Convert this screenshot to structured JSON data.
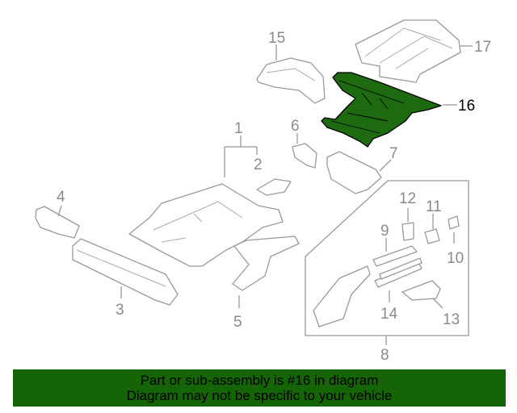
{
  "diagram": {
    "highlighted_part": "16",
    "highlight_color": "#1e6a10",
    "callouts": [
      "1",
      "2",
      "3",
      "4",
      "5",
      "6",
      "7",
      "8",
      "9",
      "10",
      "11",
      "12",
      "13",
      "14",
      "15",
      "16",
      "17"
    ]
  },
  "banner": {
    "line1": "Part or sub-assembly is #16 in diagram",
    "line2": "Diagram may not be specific to your vehicle",
    "background": "#156405"
  }
}
